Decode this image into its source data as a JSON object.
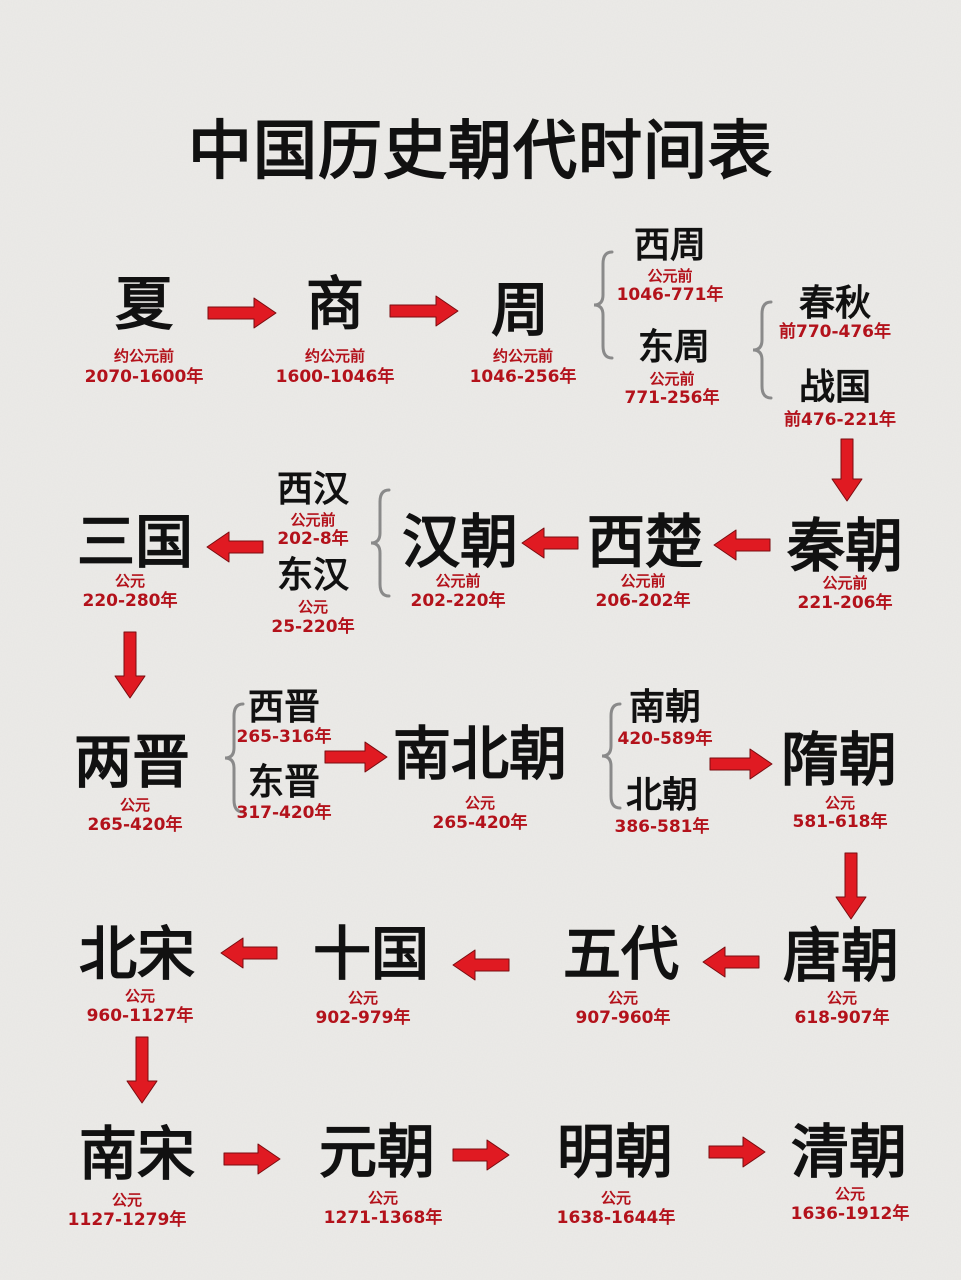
{
  "title": "中国历史朝代时间表",
  "colors": {
    "arrow": "#e01a22",
    "text": "#111111",
    "date": "#b3121b",
    "brace": "#8a8a8a"
  },
  "row1": {
    "xia": {
      "name": "夏",
      "prefix": "约公元前",
      "years": "2070-1600年"
    },
    "shang": {
      "name": "商",
      "prefix": "约公元前",
      "years": "1600-1046年"
    },
    "zhou": {
      "name": "周",
      "prefix": "约公元前",
      "years": "1046-256年"
    },
    "xizhou": {
      "name": "西周",
      "prefix": "公元前",
      "years": "1046-771年"
    },
    "dongzhou": {
      "name": "东周",
      "prefix": "公元前",
      "years": "771-256年"
    },
    "chunqiu": {
      "name": "春秋",
      "years": "前770-476年"
    },
    "zhanguo": {
      "name": "战国",
      "years": "前476-221年"
    }
  },
  "row2": {
    "qin": {
      "name": "秦朝",
      "prefix": "公元前",
      "years": "221-206年"
    },
    "xichu": {
      "name": "西楚",
      "prefix": "公元前",
      "years": "206-202年"
    },
    "han": {
      "name": "汉朝",
      "prefix": "公元前",
      "years": "202-220年"
    },
    "xihan": {
      "name": "西汉",
      "prefix": "公元前",
      "years": "202-8年"
    },
    "donghan": {
      "name": "东汉",
      "prefix": "公元",
      "years": "25-220年"
    },
    "sanguo": {
      "name": "三国",
      "prefix": "公元",
      "years": "220-280年"
    }
  },
  "row3": {
    "liangjin": {
      "name": "两晋",
      "prefix": "公元",
      "years": "265-420年"
    },
    "xijin": {
      "name": "西晋",
      "years": "265-316年"
    },
    "dongjin": {
      "name": "东晋",
      "years": "317-420年"
    },
    "nanbeichao": {
      "name": "南北朝",
      "prefix": "公元",
      "years": "265-420年"
    },
    "nanchao": {
      "name": "南朝",
      "years": "420-589年"
    },
    "beichao": {
      "name": "北朝",
      "years": "386-581年"
    },
    "sui": {
      "name": "隋朝",
      "prefix": "公元",
      "years": "581-618年"
    }
  },
  "row4": {
    "tang": {
      "name": "唐朝",
      "prefix": "公元",
      "years": "618-907年"
    },
    "wudai": {
      "name": "五代",
      "prefix": "公元",
      "years": "907-960年"
    },
    "shiguo": {
      "name": "十国",
      "prefix": "公元",
      "years": "902-979年"
    },
    "beisong": {
      "name": "北宋",
      "prefix": "公元",
      "years": "960-1127年"
    }
  },
  "row5": {
    "nansong": {
      "name": "南宋",
      "prefix": "公元",
      "years": "1127-1279年"
    },
    "yuan": {
      "name": "元朝",
      "prefix": "公元",
      "years": "1271-1368年"
    },
    "ming": {
      "name": "明朝",
      "prefix": "公元",
      "years": "1638-1644年"
    },
    "qing": {
      "name": "清朝",
      "prefix": "公元",
      "years": "1636-1912年"
    }
  }
}
